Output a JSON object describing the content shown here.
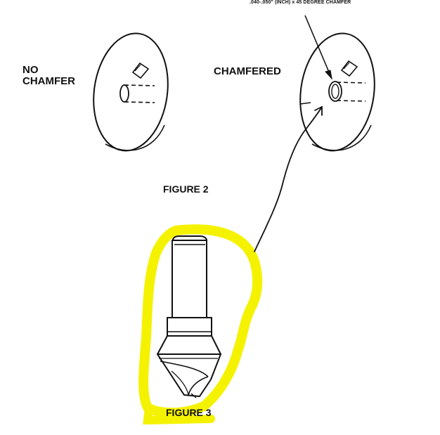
{
  "labels": {
    "spec_note": ".040-.050\" (INCH) x 45 DEGREE CHAMFER",
    "no_chamfer_line1": "NO",
    "no_chamfer_line2": "CHAMFER",
    "chamfered": "CHAMFERED",
    "figure2": "FIGURE 2",
    "figure3": "FIGURE 3"
  },
  "colors": {
    "ink": "#111111",
    "highlight": "#f5f200"
  }
}
